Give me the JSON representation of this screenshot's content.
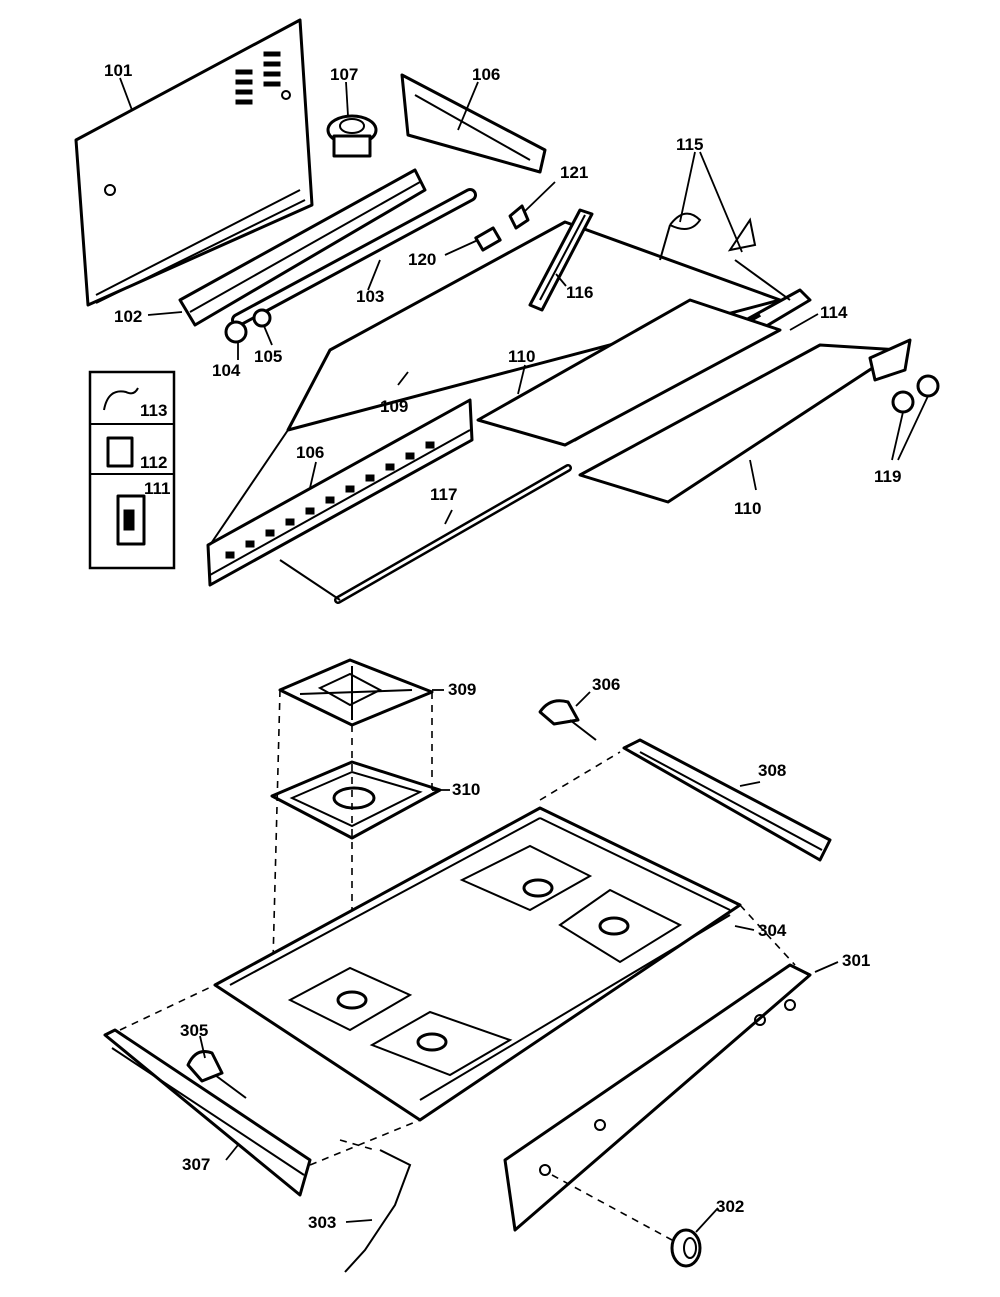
{
  "callouts": {
    "p101": "101",
    "p102": "102",
    "p103": "103",
    "p104": "104",
    "p105": "105",
    "p106_top": "106",
    "p106_bottom": "106",
    "p107": "107",
    "p109": "109",
    "p110_a": "110",
    "p110_b": "110",
    "p111": "111",
    "p112": "112",
    "p113": "113",
    "p114": "114",
    "p115": "115",
    "p116": "116",
    "p117": "117",
    "p119": "119",
    "p120": "120",
    "p121": "121",
    "p301": "301",
    "p302": "302",
    "p303": "303",
    "p304": "304",
    "p305": "305",
    "p306": "306",
    "p307": "307",
    "p308": "308",
    "p309": "309",
    "p310": "310"
  }
}
